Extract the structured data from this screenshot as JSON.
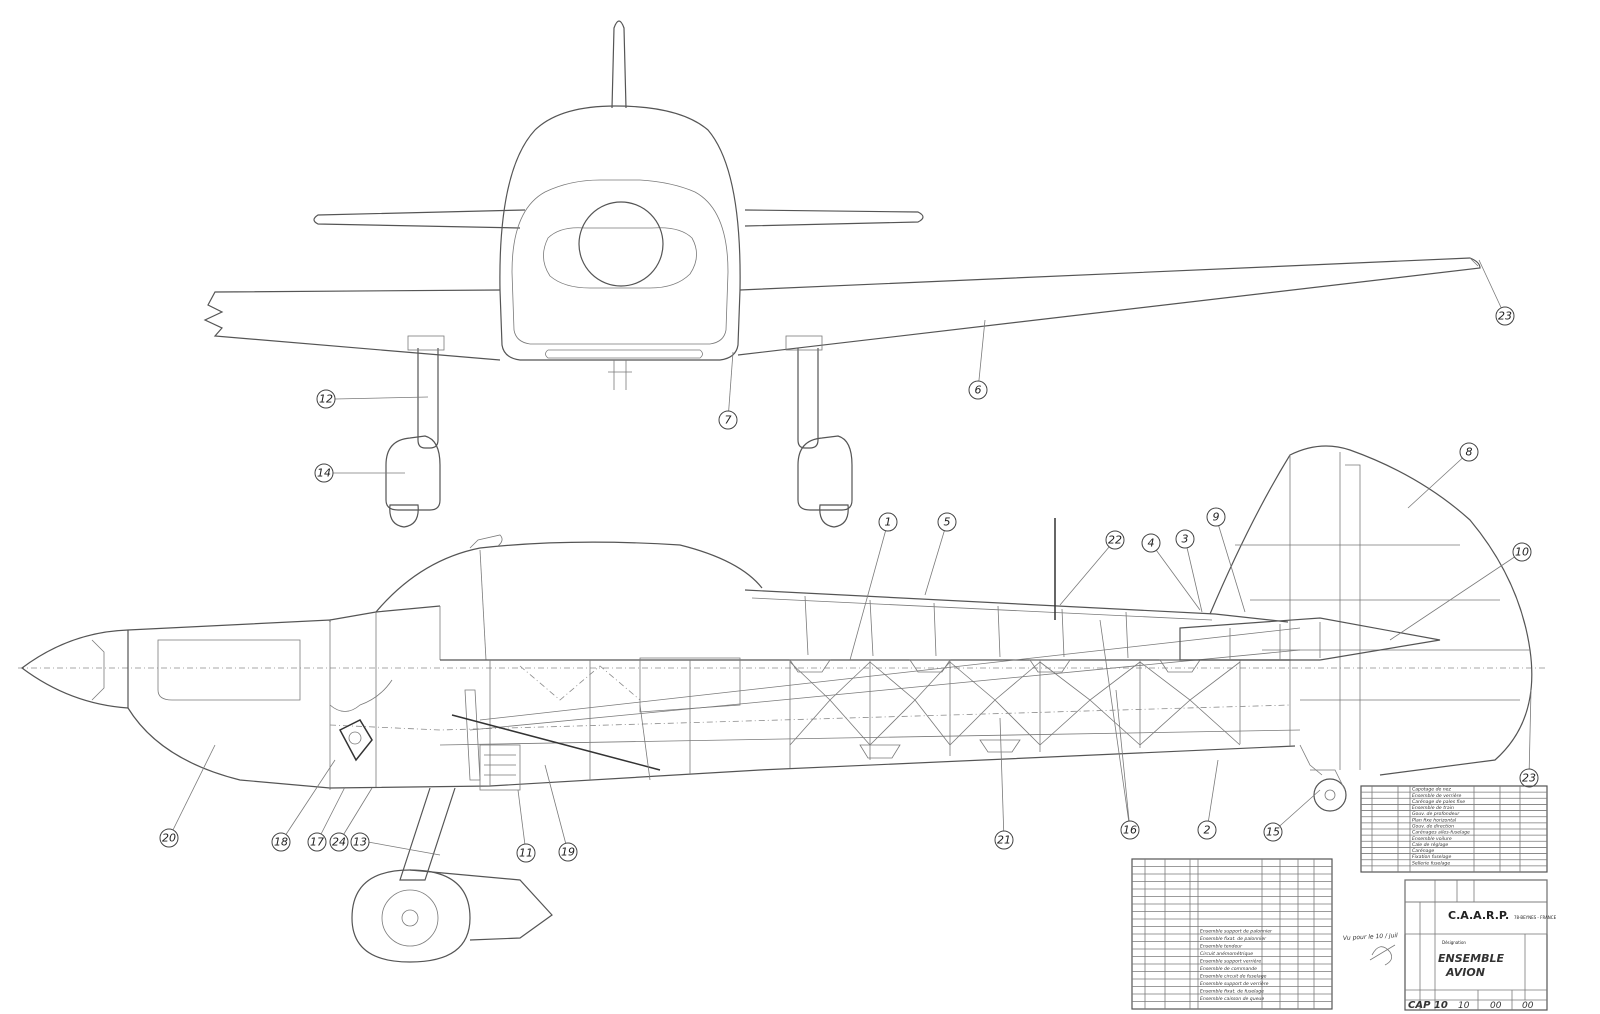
{
  "callouts": [
    "1",
    "2",
    "3",
    "4",
    "5",
    "6",
    "7",
    "8",
    "9",
    "10",
    "11",
    "12",
    "13",
    "14",
    "15",
    "16",
    "17",
    "18",
    "19",
    "20",
    "21",
    "22",
    "23",
    "24"
  ],
  "title_block": {
    "company": "C.A.A.R.P.",
    "company_location": "78-BEYNES - FRANCE",
    "drawing_title_line1": "ENSEMBLE",
    "drawing_title_line2": "AVION",
    "drawing_number": "CAP 10",
    "drawing_number_parts": [
      "10",
      "00",
      "00"
    ],
    "designation_header": "Désignation"
  },
  "parts_list_entries": [
    "Capotage de nez",
    "Ensemble de verrière",
    "Carénage de pales fixe",
    "Ensemble de train",
    "Gouv. de profondeur",
    "Plan fixe horizontal",
    "Gouv. de direction",
    "Carénages ailes-fuselage",
    "Ensemble voilure",
    "Cale de réglage",
    "Carénage",
    "Fixation fuselage",
    "Sellerie fuselage"
  ],
  "lower_table_entries": [
    "Ensemble support de palonnier",
    "Ensemble fixat. de palonnier",
    "Ensemble tendeur",
    "Circuit anémométrique",
    "Ensemble support verrière",
    "Ensemble de commande",
    "Ensemble circuit de fuselage",
    "Ensemble support de verrière",
    "Ensemble fixat. de fuselage",
    "Ensemble caisson de queue"
  ],
  "handwritten_note": "Vu pour le 10 / juil"
}
